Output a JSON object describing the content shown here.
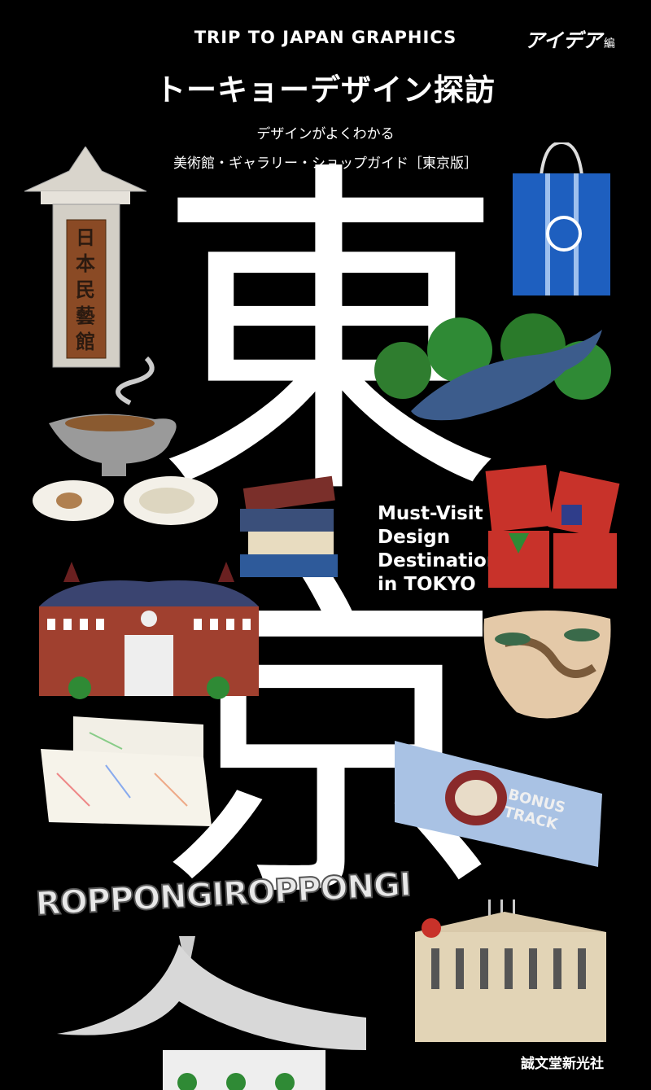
{
  "header": {
    "series": "TRIP TO JAPAN GRAPHICS",
    "brand": "アイデア",
    "brand_suffix": "編",
    "title": "トーキョーデザイン探訪",
    "subtitle_line1": "デザインがよくわかる",
    "subtitle_line2": "美術館・ギャラリー・ショップガイド［東京版］"
  },
  "big_chars": {
    "first": "東",
    "second": "京"
  },
  "english_title": [
    "Must-Visit",
    "Design",
    "Destinations",
    "in TOKYO"
  ],
  "illustration_text": {
    "roppongi": "ROPPONGIROPPONGI",
    "mingeikan_sign": [
      "日",
      "本",
      "民",
      "藝",
      "館"
    ],
    "bonus_track": [
      "BONUS",
      "TRACK"
    ]
  },
  "publisher": "誠文堂新光社",
  "colors": {
    "background": "#000000",
    "text": "#ffffff",
    "bag_blue": "#1e5fbf",
    "love_red": "#c8322a",
    "station_brick": "#a0402f"
  }
}
